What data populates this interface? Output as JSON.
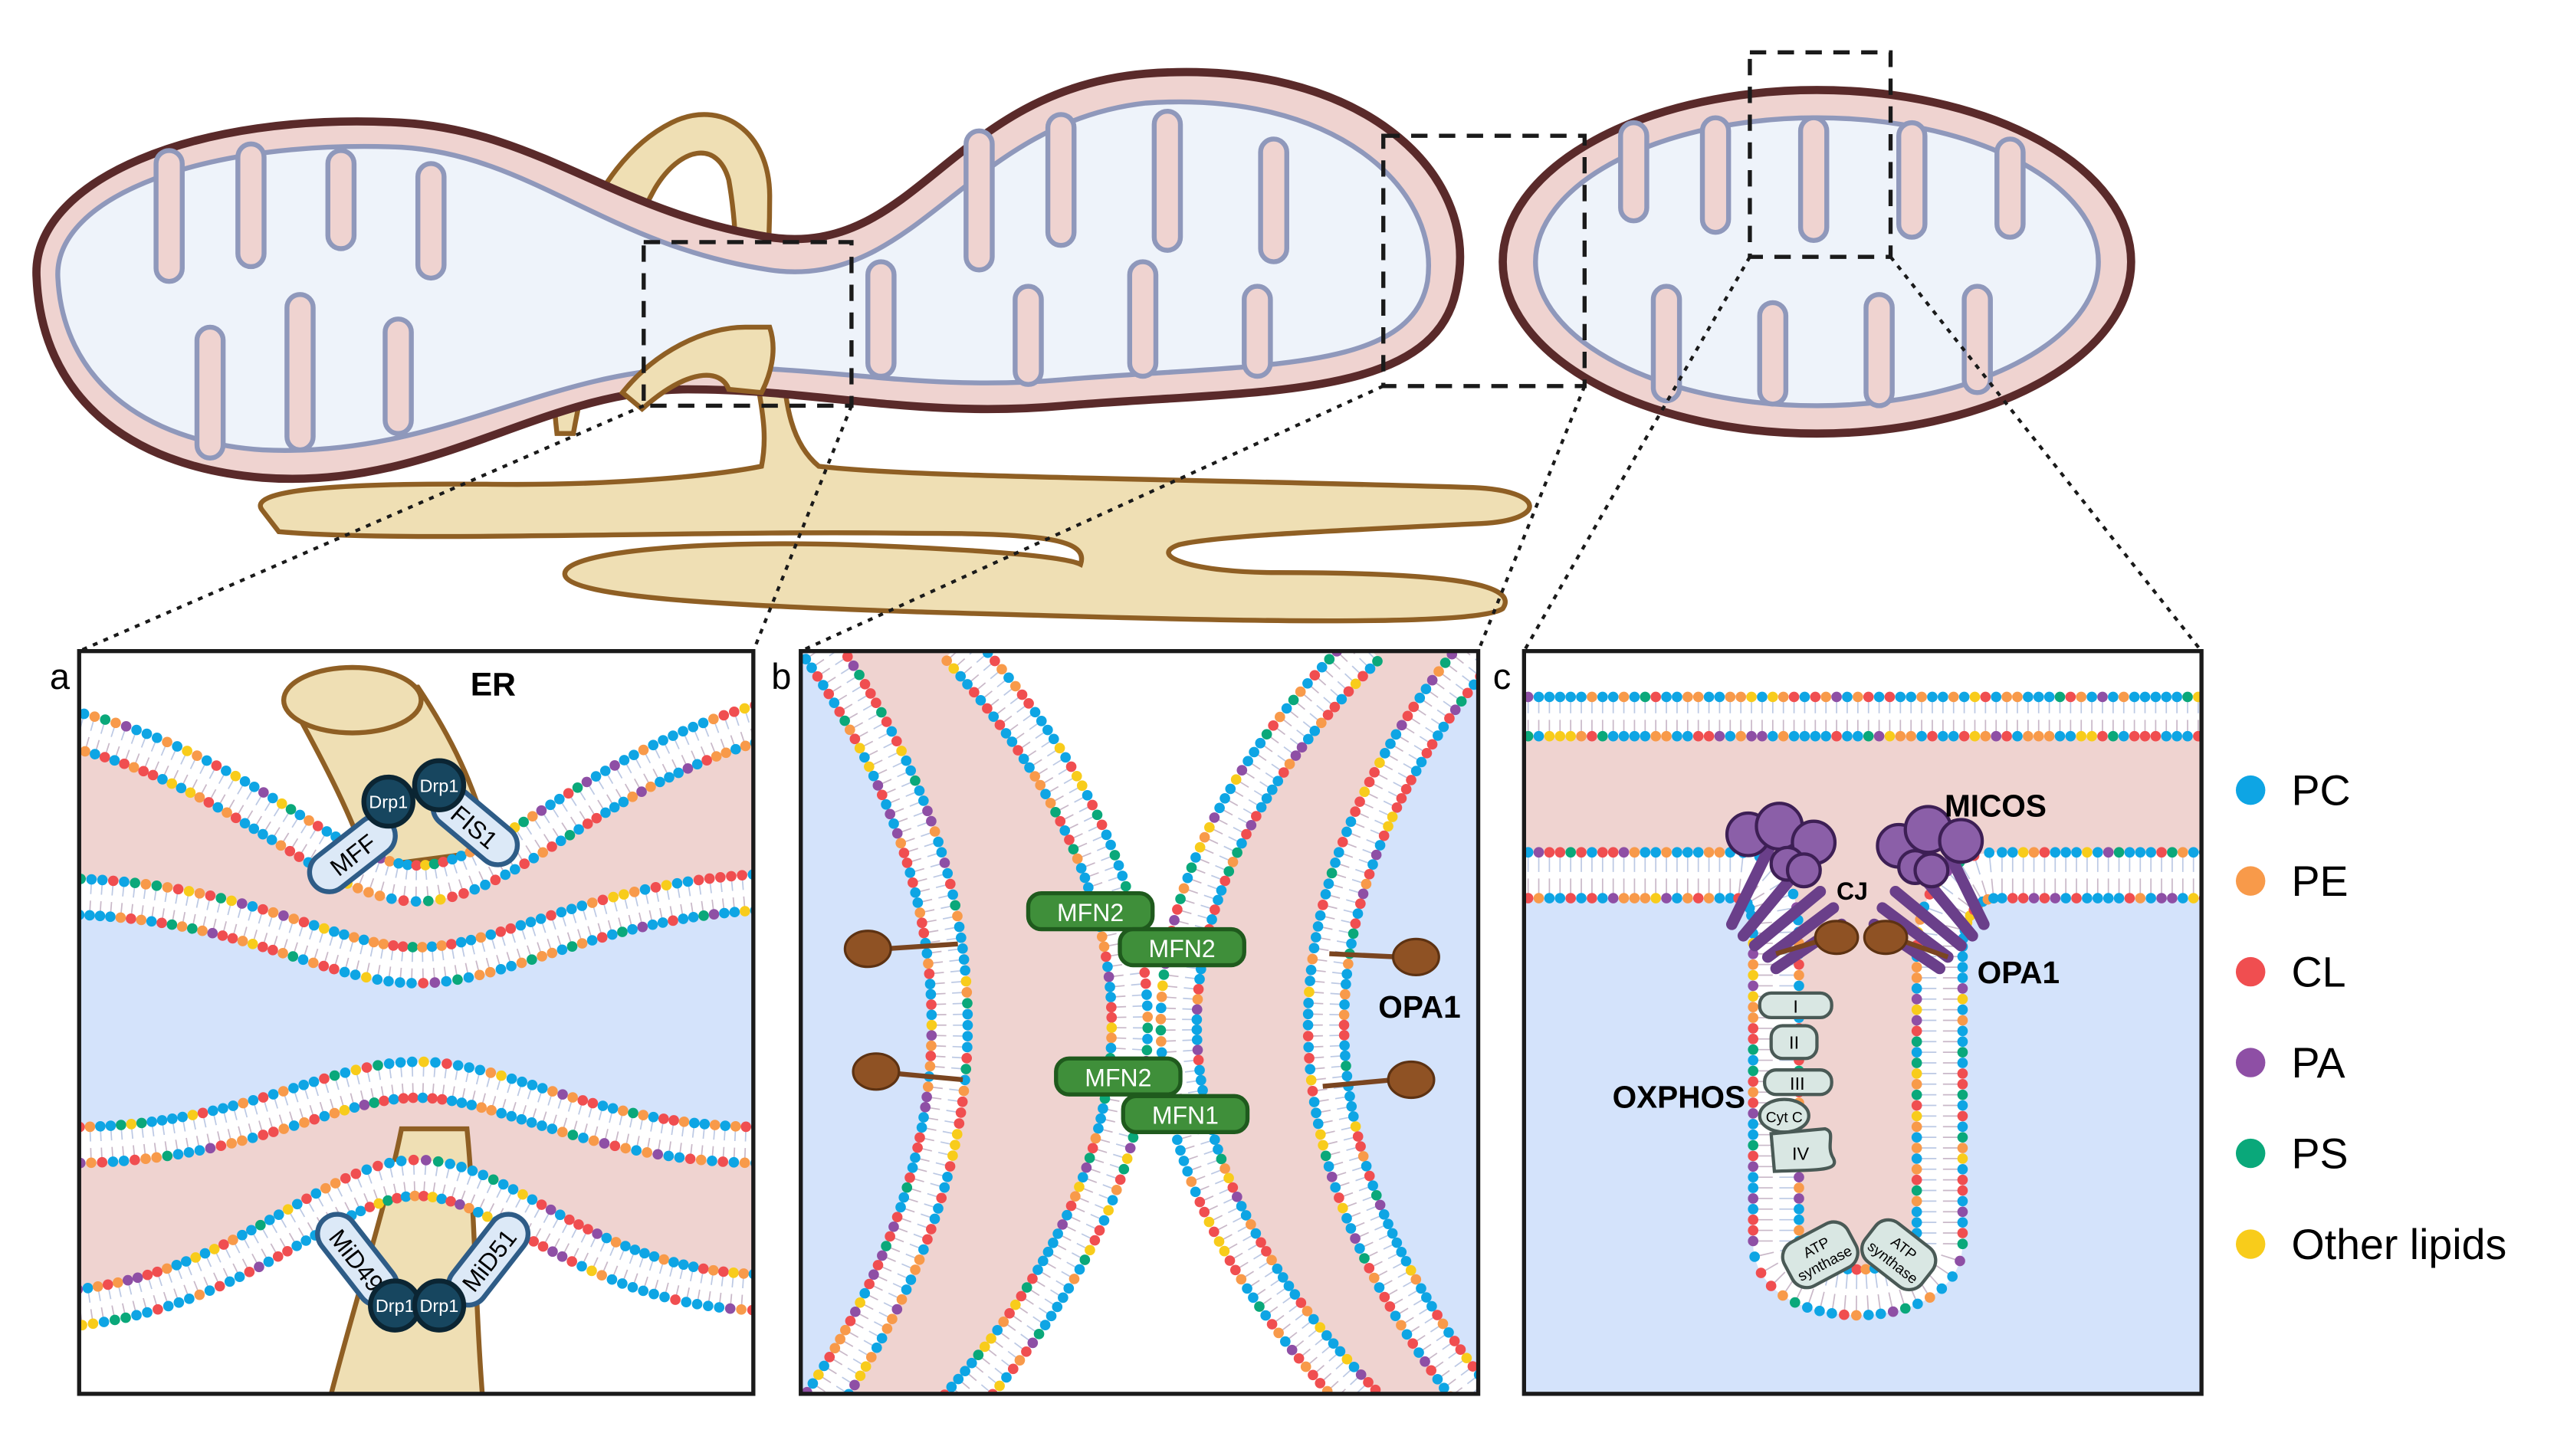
{
  "panel_letters": {
    "a": "a",
    "b": "b",
    "c": "c"
  },
  "labels": {
    "er": "ER",
    "mff": "MFF",
    "fis1": "FIS1",
    "drp1": "Drp1",
    "mid49": "MiD49",
    "mid51": "MiD51",
    "mfn2": "MFN2",
    "mfn1": "MFN1",
    "opa1": "OPA1",
    "micos": "MICOS",
    "cj": "CJ",
    "oxphos": "OXPHOS",
    "complex_i": "I",
    "complex_ii": "II",
    "complex_iii": "III",
    "cyt_c": "Cyt C",
    "complex_iv": "IV",
    "atp": "ATP",
    "synthase": "synthase"
  },
  "legend": [
    {
      "label": "PC",
      "color": "#0ea5e4"
    },
    {
      "label": "PE",
      "color": "#f89a4a"
    },
    {
      "label": "CL",
      "color": "#f04e50"
    },
    {
      "label": "PA",
      "color": "#8e4fa5"
    },
    {
      "label": "PS",
      "color": "#0aa87a"
    },
    {
      "label": "Other lipids",
      "color": "#f8cc1b"
    }
  ],
  "colors": {
    "intermembrane_space": "#efd3d0",
    "matrix": "#d4e3fb",
    "er": "#efdfb4",
    "outer_membrane_outline": "#5a2a2a"
  }
}
